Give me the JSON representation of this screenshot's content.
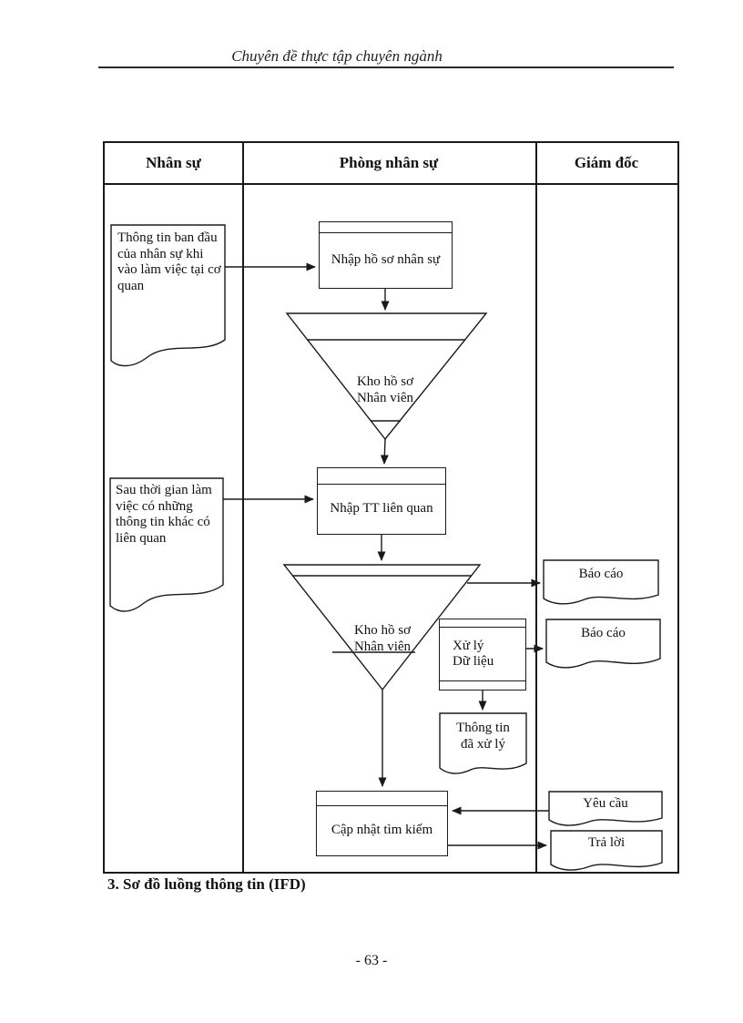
{
  "page": {
    "running_header": "Chuyên đề thực tập chuyên ngành",
    "caption": "3. Sơ đồ luồng thông tin (IFD)",
    "page_number": "- 63 -"
  },
  "table": {
    "columns": [
      {
        "label": "Nhân sự"
      },
      {
        "label": "Phòng nhân sự"
      },
      {
        "label": "Giám đốc"
      }
    ]
  },
  "diagram": {
    "documents": {
      "initial_info": "Thông tin ban đầu của nhân sự khi vào làm việc tại cơ quan",
      "later_info": "Sau thời gian làm việc có những thông tin khác có liên quan",
      "report_1": "Báo cáo",
      "report_2": "Báo cáo",
      "processed_info": "Thông tin\nđã xử lý",
      "request": "Yêu cầu",
      "reply": "Trả lời"
    },
    "processes": {
      "enter_profile": "Nhập hồ sơ nhân sự",
      "enter_related": "Nhập TT liên quan",
      "process_data": "Xử lý\nDữ liệu",
      "update_search": "Cập nhật tìm kiếm"
    },
    "stores": {
      "store_1": "Kho hồ sơ\nNhân viên",
      "store_2": "Kho hồ sơ\nNhân viên"
    }
  }
}
